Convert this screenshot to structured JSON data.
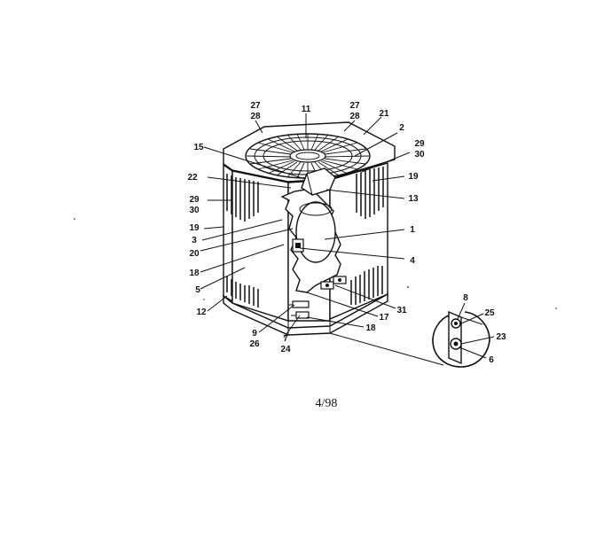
{
  "diagram": {
    "caption": "4/98",
    "callouts": [
      {
        "id": "c27a",
        "lines": [
          "27",
          "28"
        ]
      },
      {
        "id": "c11",
        "lines": [
          "11"
        ]
      },
      {
        "id": "c27b",
        "lines": [
          "27",
          "28"
        ]
      },
      {
        "id": "c21",
        "lines": [
          "21"
        ]
      },
      {
        "id": "c2",
        "lines": [
          "2"
        ]
      },
      {
        "id": "c29r",
        "lines": [
          "29",
          "30"
        ]
      },
      {
        "id": "c15",
        "lines": [
          "15"
        ]
      },
      {
        "id": "c19r",
        "lines": [
          "19"
        ]
      },
      {
        "id": "c22",
        "lines": [
          "22"
        ]
      },
      {
        "id": "c13",
        "lines": [
          "13"
        ]
      },
      {
        "id": "c29l",
        "lines": [
          "29",
          "30"
        ]
      },
      {
        "id": "c19l",
        "lines": [
          "19"
        ]
      },
      {
        "id": "c1",
        "lines": [
          "1"
        ]
      },
      {
        "id": "c3",
        "lines": [
          "3"
        ]
      },
      {
        "id": "c20",
        "lines": [
          "20"
        ]
      },
      {
        "id": "c4",
        "lines": [
          "4"
        ]
      },
      {
        "id": "c18l",
        "lines": [
          "18"
        ]
      },
      {
        "id": "c5",
        "lines": [
          "5"
        ]
      },
      {
        "id": "c31",
        "lines": [
          "31"
        ]
      },
      {
        "id": "c12",
        "lines": [
          "12"
        ]
      },
      {
        "id": "c17",
        "lines": [
          "17"
        ]
      },
      {
        "id": "c9",
        "lines": [
          "9",
          "26"
        ]
      },
      {
        "id": "c18b",
        "lines": [
          "18"
        ]
      },
      {
        "id": "c7",
        "lines": [
          "7",
          "24"
        ]
      },
      {
        "id": "c8a",
        "lines": [
          "8"
        ]
      },
      {
        "id": "c25",
        "lines": [
          "25"
        ]
      },
      {
        "id": "c23",
        "lines": [
          "23"
        ]
      },
      {
        "id": "c6",
        "lines": [
          "6"
        ]
      }
    ]
  }
}
